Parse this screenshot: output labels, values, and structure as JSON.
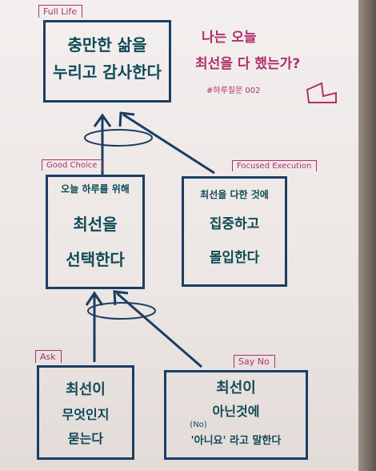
{
  "full_life": {
    "tag": "Full Life",
    "line1": "충만한 삶을",
    "line2": "누리고 감사한다"
  },
  "good_choice": {
    "tag": "Good Choice",
    "line1": "오늘 하루를 위해",
    "line2": "최선을",
    "line3": "선택한다"
  },
  "focused_execution": {
    "tag": "Focused Execution",
    "line1": "최선을 다한 것에",
    "line2": "집중하고",
    "line3": "몰입한다"
  },
  "ask": {
    "tag": "Ask",
    "line1": "최선이",
    "line2": "무엇인지",
    "line3": "묻는다"
  },
  "say_no": {
    "tag": "Say No",
    "line1": "최선이",
    "line2": "아닌것에",
    "no_note": "(No)",
    "line3": "'아니요' 라고 말한다"
  },
  "title": {
    "line1": "나는 오늘",
    "line2": "최선을 다 했는가?",
    "hashtag": "#하루질문 002"
  },
  "colors": {
    "ink": "#1c3d63",
    "text": "#0f4a57",
    "accent": "#b0306a"
  }
}
